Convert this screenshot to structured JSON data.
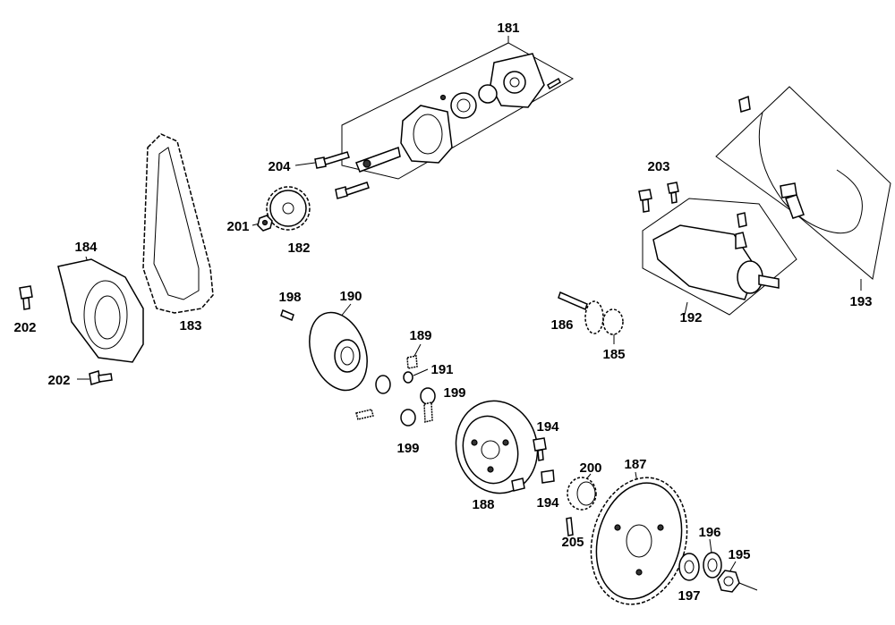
{
  "callouts": {
    "p181": "181",
    "p182": "182",
    "p183": "183",
    "p184": "184",
    "p185": "185",
    "p186": "186",
    "p187": "187",
    "p188": "188",
    "p189": "189",
    "p190": "190",
    "p191": "191",
    "p192": "192",
    "p193": "193",
    "p194a": "194",
    "p194b": "194",
    "p195": "195",
    "p196": "196",
    "p197": "197",
    "p199a": "199",
    "p199b": "199",
    "p198": "198",
    "p200": "200",
    "p201": "201",
    "p202a": "202",
    "p202b": "202",
    "p203": "203",
    "p204": "204",
    "p205": "205"
  }
}
